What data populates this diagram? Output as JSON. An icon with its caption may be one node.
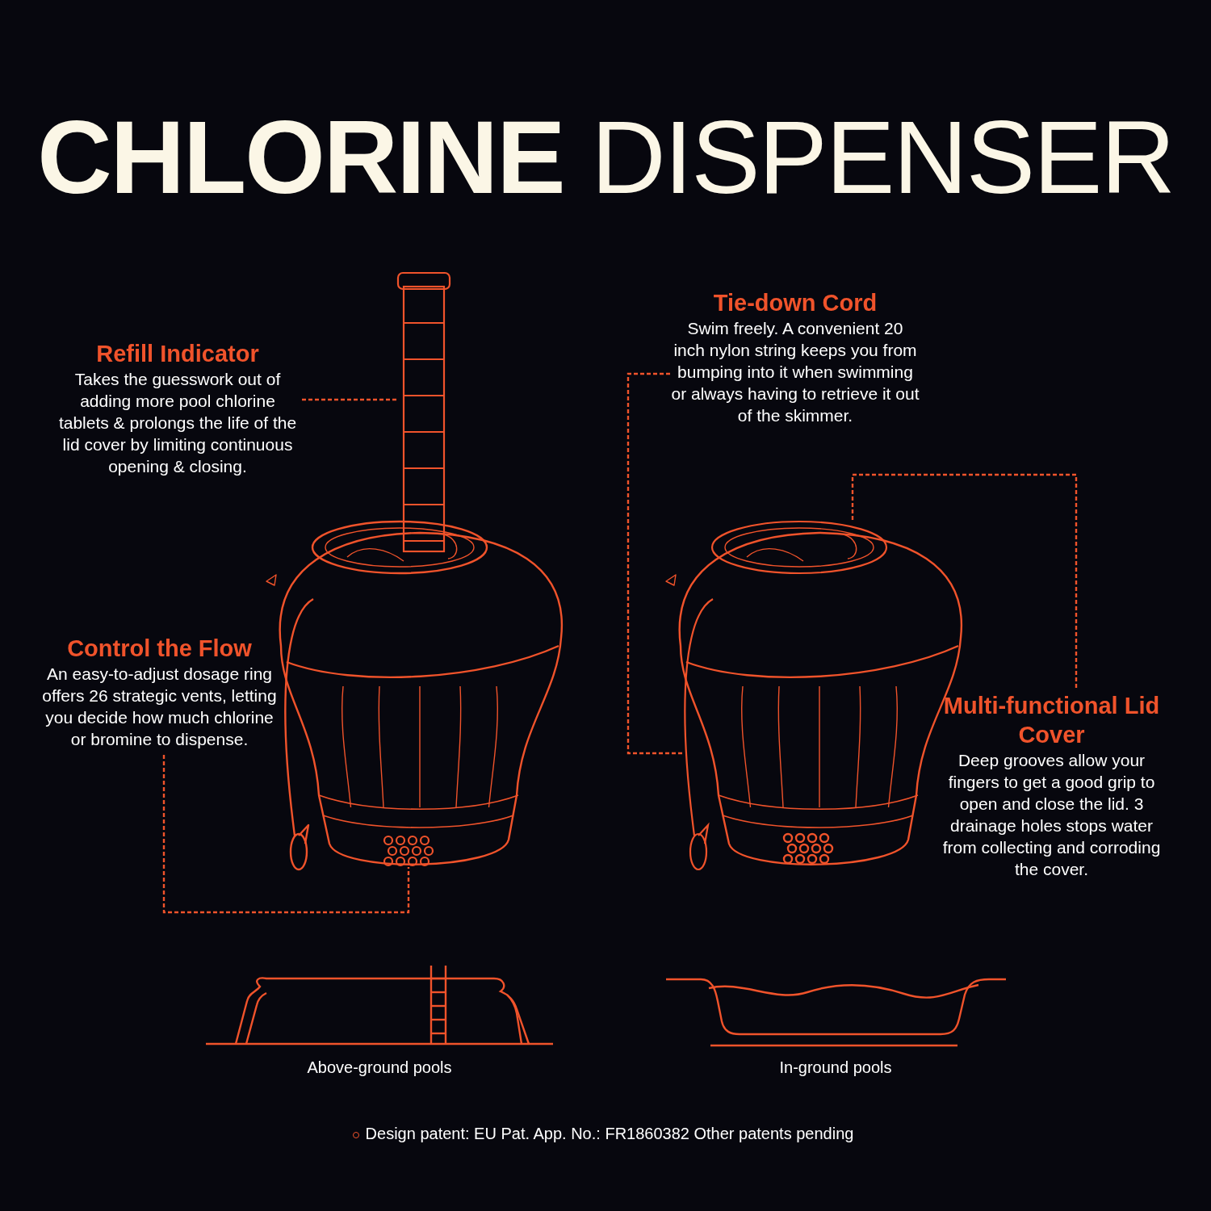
{
  "diagram": {
    "title": "**CHLORINE** DISPENSER",
    "nodes": [
      {
        "text": [
          "Refill Indicator",
          "Takes the guesswork out of adding more pool chlorine tablets & prolongs the life of the lid cover by limiting continuous opening & closing."
        ]
      },
      {
        "text": [],
        "shape": "picture"
      },
      {
        "text": [
          "Control the Flow",
          "An easy-to-adjust dosage ring offers 26 strategic vents, letting you decide how much chlorine or bromine to dispense."
        ]
      },
      {
        "text": [],
        "shape": "picture"
      },
      {
        "text": [
          "Tie-down Cord",
          "Swim freely. A convenient 20 inch nylon string keeps you from bumping into it when swimming or always having to retrieve it out of the skimmer."
        ]
      },
      {
        "text": [],
        "shape": "picture"
      },
      {
        "text": [
          "Multi-functional Lid Cover",
          "Deep grooves allow your fingers to get a good grip to open and close the lid. 3 drainage holes stops water from collecting and corroding the cover."
        ]
      },
      {
        "text": [],
        "shape": "picture"
      }
    ],
    "edges": [
      {
        "from": 0,
        "to": 1,
        "arrow": "none"
      },
      {
        "from": 2,
        "to": 3,
        "arrow": "none"
      },
      {
        "from": 4,
        "to": 5,
        "arrow": "none"
      },
      {
        "from": 6,
        "to": 7,
        "arrow": "none"
      }
    ],
    "labels": [
      "Above-ground pools",
      "In-ground pools",
      "Design patent: EU Pat. App. No.: FR1860382 Other patents pending"
    ]
  }
}
